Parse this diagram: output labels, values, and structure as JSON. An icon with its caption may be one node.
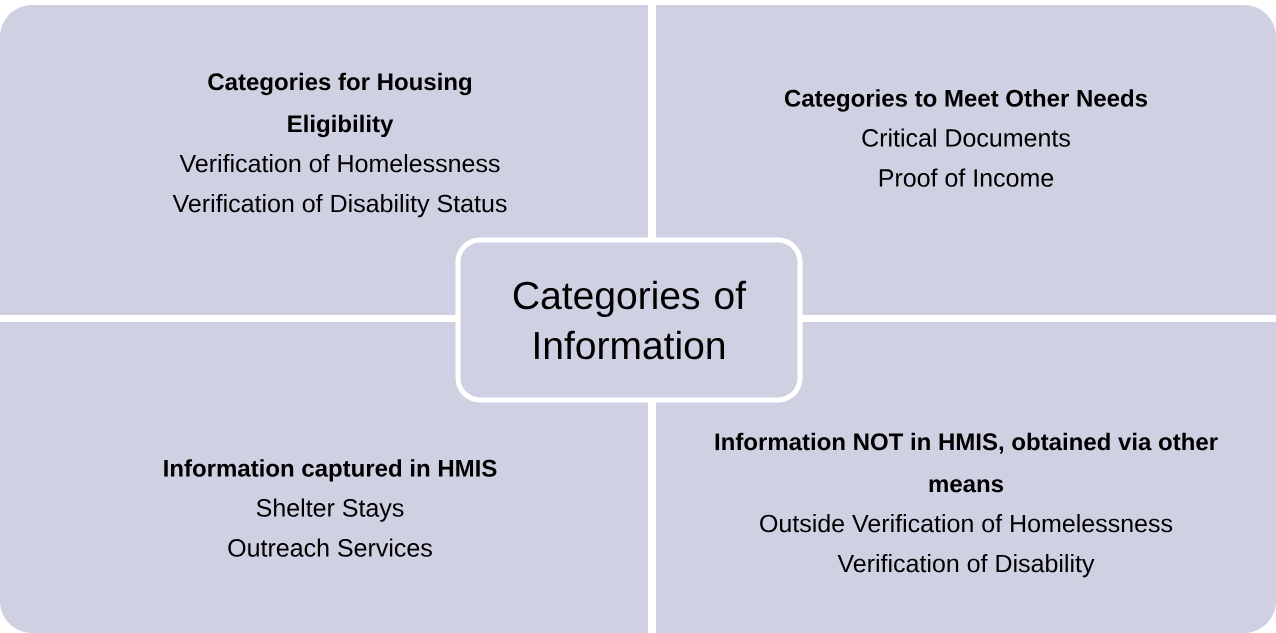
{
  "diagram": {
    "nodes": [
      {
        "text": [
          "Categories for Housing Eligibility",
          "Verification of Homelessness",
          "Verification of Disability Status"
        ]
      },
      {
        "text": [
          "Categories to Meet Other Needs",
          "Critical Documents",
          "Proof of Income"
        ]
      },
      {
        "text": [
          "Information captured in HMIS",
          "Shelter Stays",
          "Outreach Services"
        ]
      },
      {
        "text": [
          "Information NOT in HMIS, obtained via other means",
          "Outside Verification of Homelessness",
          "Verification of Disability"
        ]
      },
      {
        "text": [
          "Categories of Information"
        ]
      }
    ]
  }
}
